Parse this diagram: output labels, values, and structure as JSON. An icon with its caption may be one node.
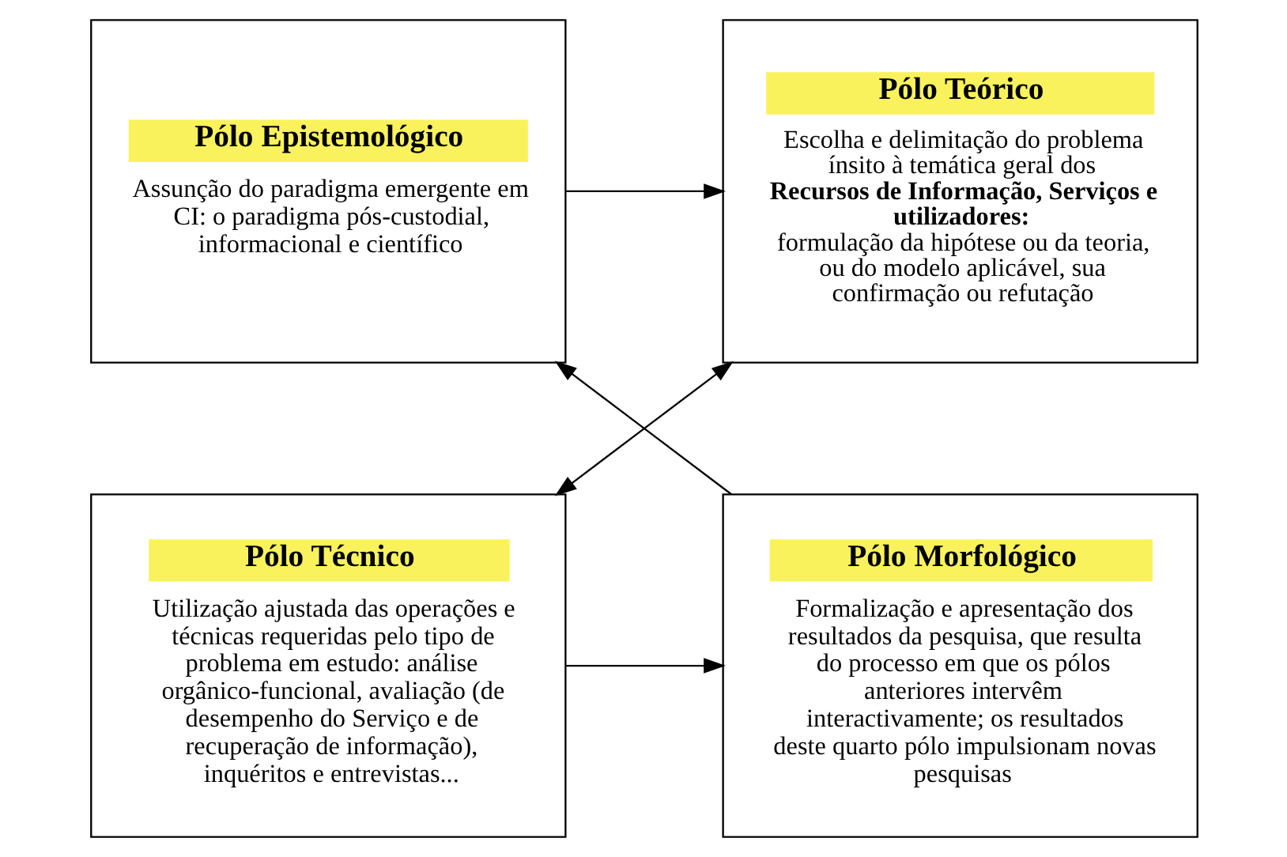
{
  "diagram": {
    "nodes": [
      {
        "text": [
          "Pólo Epistemológico",
          "Assunção do paradigma emergente em CI: o paradigma pós-custodial, informacional e científico"
        ]
      },
      {
        "text": [
          "Pólo Teórico",
          "Escolha e delimitação do problema ínsito à temática geral dos **Recursos de Informação, Serviços e utilizadores:** formulação da hipótese ou da teoria, ou do modelo aplicável, sua confirmação ou refutação"
        ]
      },
      {
        "text": [
          "Pólo Técnico",
          "Utilização ajustada das operações e técnicas requeridas pelo tipo de problema em estudo: análise orgânico-funcional, avaliação (de desempenho do Serviço e de recuperação de informação), inquéritos e entrevistas..."
        ]
      },
      {
        "text": [
          "Pólo Morfológico",
          "Formalização e apresentação dos resultados da pesquisa, que resulta do processo em que os pólos anteriores intervêm interactivamente; os resultados deste quarto pólo impulsionam novas pesquisas"
        ]
      }
    ],
    "edges": [
      {
        "from": 0,
        "to": 1,
        "arrow": "to"
      },
      {
        "from": 1,
        "to": 2,
        "arrow": "both"
      },
      {
        "from": 3,
        "to": 0,
        "arrow": "to"
      },
      {
        "from": 2,
        "to": 3,
        "arrow": "to"
      }
    ]
  }
}
